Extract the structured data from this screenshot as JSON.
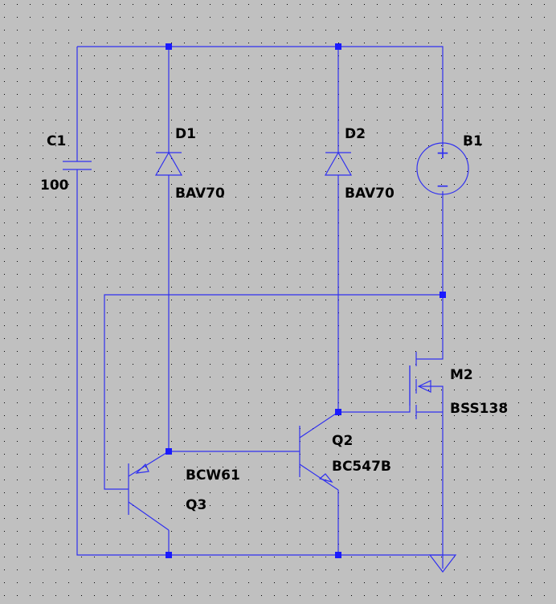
{
  "components": {
    "c1": {
      "ref": "C1",
      "value": "100"
    },
    "d1": {
      "ref": "D1",
      "value": "BAV70"
    },
    "d2": {
      "ref": "D2",
      "value": "BAV70"
    },
    "b1": {
      "ref": "B1",
      "plus": "+",
      "minus": "−"
    },
    "m2": {
      "ref": "M2",
      "value": "BSS138"
    },
    "q2": {
      "ref": "Q2",
      "value": "BC547B"
    },
    "q3": {
      "ref": "Q3",
      "value": "BCW61"
    }
  },
  "colors": {
    "background": "#c0c0c0",
    "wire": "#3030f0",
    "junction": "#1a1aff",
    "grid_dot": "#000000"
  }
}
